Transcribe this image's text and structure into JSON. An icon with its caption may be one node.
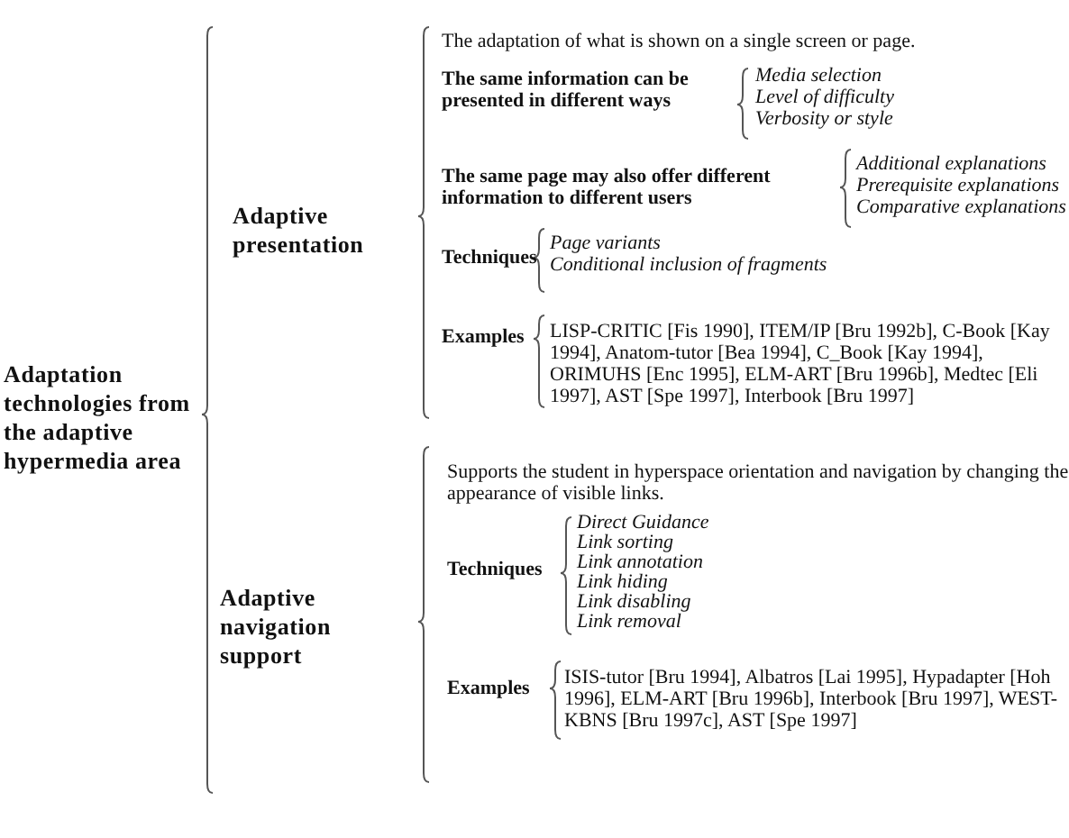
{
  "diagram": {
    "labels": [
      "Adaptation technologies from the adaptive hypermedia area",
      "Adaptive presentation",
      "The adaptation of what is shown on a single screen or page.",
      "The same information can be presented in different ways",
      "Media selection",
      "Level of difficulty",
      "Verbosity or style",
      "The same page may also offer different information to different users",
      "Additional explanations",
      "Prerequisite explanations",
      "Comparative explanations",
      "Techniques",
      "Page variants",
      "Conditional inclusion of fragments",
      "Examples",
      "LISP-CRITIC [Fis 1990], ITEM/IP [Bru 1992b], C-Book [Kay 1994], Anatom-tutor [Bea 1994], C_Book [Kay 1994], ORIMUHS [Enc 1995], ELM-ART [Bru 1996b], Medtec [Eli 1997], AST [Spe 1997], Interbook [Bru 1997]",
      "Adaptive navigation support",
      "Supports the student in hyperspace orientation and navigation by changing the appearance of visible links.",
      "Techniques",
      "Direct Guidance",
      "Link sorting",
      "Link annotation",
      "Link hiding",
      "Link disabling",
      "Link removal",
      "Examples",
      "ISIS-tutor [Bru 1994], Albatros [Lai 1995], Hypadapter [Hoh 1996], ELM-ART [Bru 1996b], Interbook [Bru 1997], WEST-KBNS [Bru 1997c], AST [Spe 1997]"
    ]
  }
}
